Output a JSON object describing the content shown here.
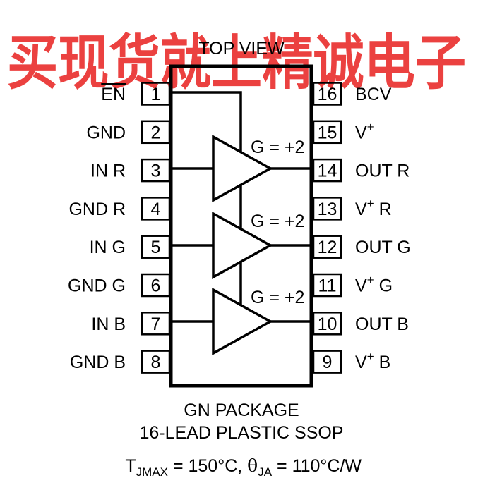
{
  "title": "TOP VIEW",
  "watermark": "买现货就上精诚电子",
  "package": {
    "line1": "GN PACKAGE",
    "line2": "16-LEAD PLASTIC SSOP"
  },
  "thermal": {
    "t_symbol": "T",
    "t_sub": "JMAX",
    "t_value": " = 150°C, ",
    "theta_symbol": "θ",
    "theta_sub": "JA",
    "theta_value": " = 110°C/W"
  },
  "amplifiers": [
    {
      "gain_label": "G = +2"
    },
    {
      "gain_label": "G = +2"
    },
    {
      "gain_label": "G = +2"
    }
  ],
  "pins_left": [
    {
      "num": "1",
      "name": "EN",
      "overline": true
    },
    {
      "num": "2",
      "name": "GND"
    },
    {
      "num": "3",
      "name": "IN R"
    },
    {
      "num": "4",
      "name": "GND R"
    },
    {
      "num": "5",
      "name": "IN G"
    },
    {
      "num": "6",
      "name": "GND G"
    },
    {
      "num": "7",
      "name": "IN B"
    },
    {
      "num": "8",
      "name": "GND B"
    }
  ],
  "pins_right": [
    {
      "num": "16",
      "name": "BCV"
    },
    {
      "num": "15",
      "name": "V",
      "sup": "+"
    },
    {
      "num": "14",
      "name": "OUT R"
    },
    {
      "num": "13",
      "name": "V",
      "sup": "+",
      "suffix": " R"
    },
    {
      "num": "12",
      "name": "OUT G"
    },
    {
      "num": "11",
      "name": "V",
      "sup": "+",
      "suffix": " G"
    },
    {
      "num": "10",
      "name": "OUT B"
    },
    {
      "num": "9",
      "name": "V",
      "sup": "+",
      "suffix": " B"
    }
  ]
}
